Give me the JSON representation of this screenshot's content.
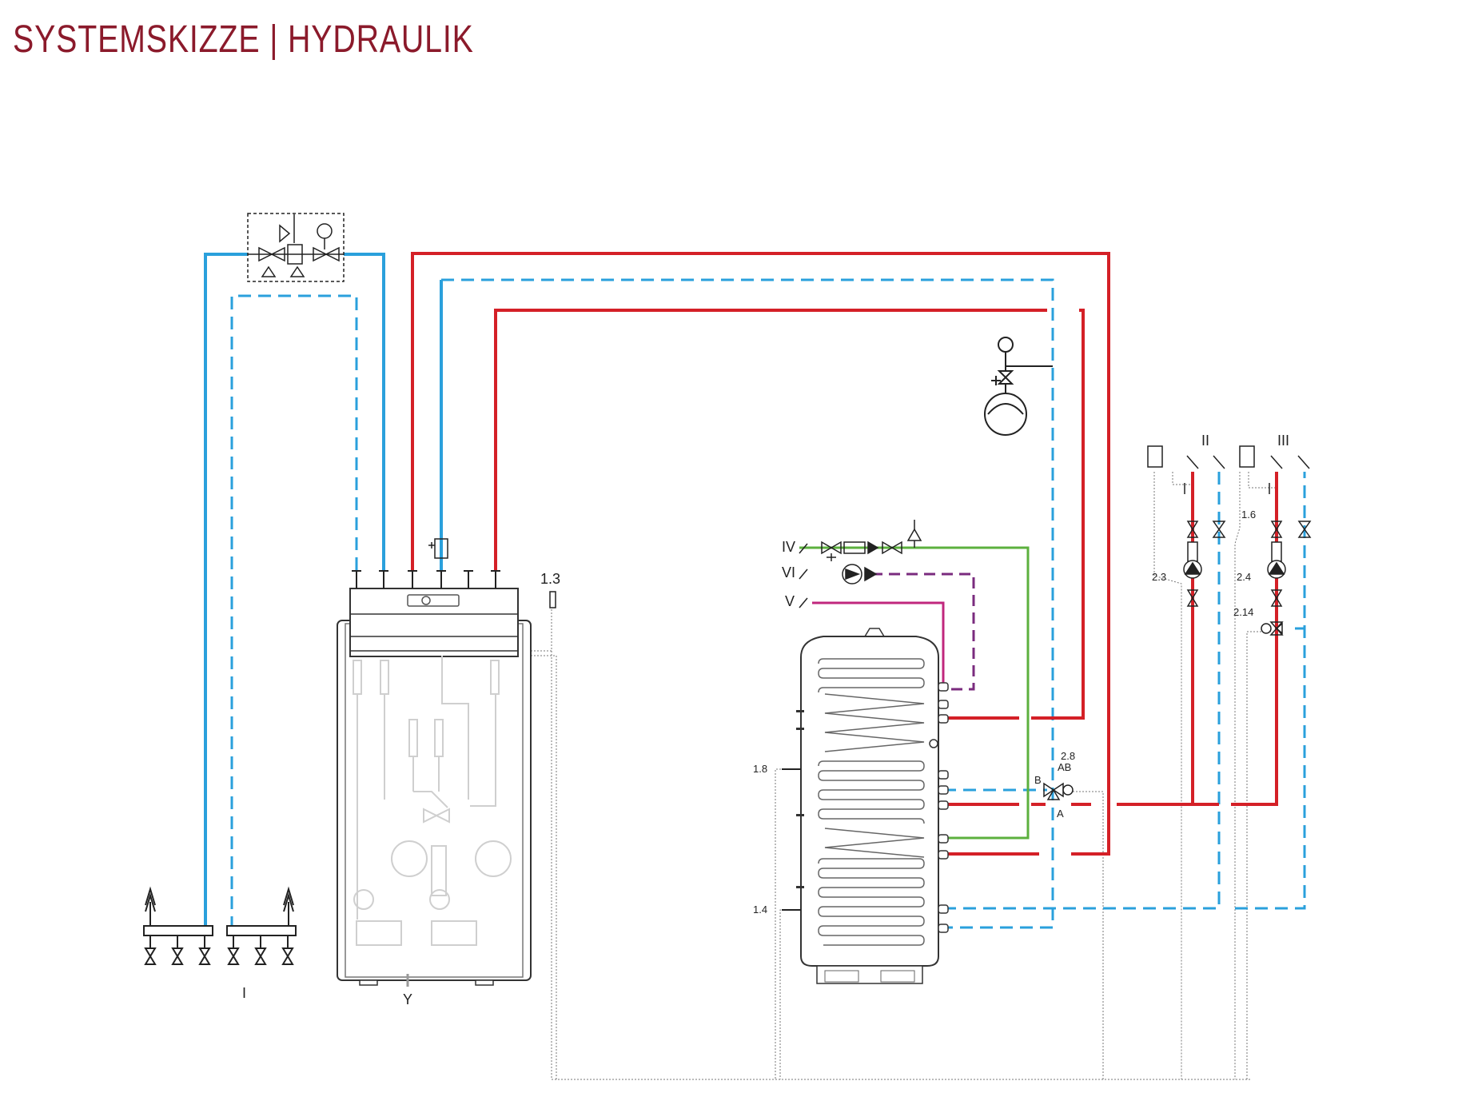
{
  "title": "SYSTEMSKIZZE | HYDRAULIK",
  "colors": {
    "title": "#8b1a2b",
    "hot": "#d42027",
    "cold": "#2aa0dc",
    "green": "#5cb03e",
    "magenta": "#c0277d",
    "purple": "#7a2b7e",
    "symbol": "#222222",
    "faded": "#cfcfcf"
  },
  "labels": {
    "sensor_1_3": "1.3",
    "sensor_1_8": "1.8",
    "sensor_1_4": "1.4",
    "sensor_1_6": "1.6",
    "valve_2_8": "2.8",
    "port_ab": "AB",
    "port_b": "B",
    "port_a": "A",
    "pump_2_3": "2.3",
    "pump_2_4": "2.4",
    "mixer_2_14": "2.14",
    "circuit_ii": "II",
    "circuit_iii": "III",
    "line_iv": "IV",
    "line_vi": "VI",
    "line_v": "V",
    "manifold_i": "I",
    "drain_y": "Y"
  }
}
